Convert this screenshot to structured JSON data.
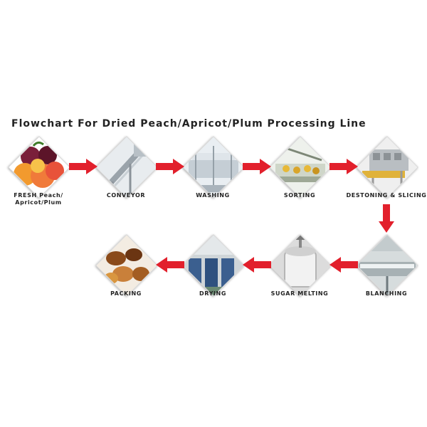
{
  "title": "Flowchart For Dried Peach/Apricot/Plum Processing Line",
  "steps": [
    {
      "label_lines": [
        "FRESH Peach/",
        "Apricot/Plum"
      ],
      "icon": "fruit-photo"
    },
    {
      "label_lines": [
        "CONVEYOR"
      ],
      "icon": "conveyor-photo"
    },
    {
      "label_lines": [
        "WASHING"
      ],
      "icon": "washing-machine-photo"
    },
    {
      "label_lines": [
        "SORTING"
      ],
      "icon": "sorting-machine-photo"
    },
    {
      "label_lines": [
        "DESTONING & SLICING"
      ],
      "icon": "slicing-machine-photo"
    },
    {
      "label_lines": [
        "BLANCHING"
      ],
      "icon": "blanching-machine-photo"
    },
    {
      "label_lines": [
        "SUGAR MELTING"
      ],
      "icon": "sugar-tank-photo"
    },
    {
      "label_lines": [
        "DRYING"
      ],
      "icon": "drying-room-photo"
    },
    {
      "label_lines": [
        "PACKING"
      ],
      "icon": "packed-dried-fruit-photo"
    }
  ],
  "colors": {
    "arrow": "#e2202c",
    "text": "#222222"
  }
}
